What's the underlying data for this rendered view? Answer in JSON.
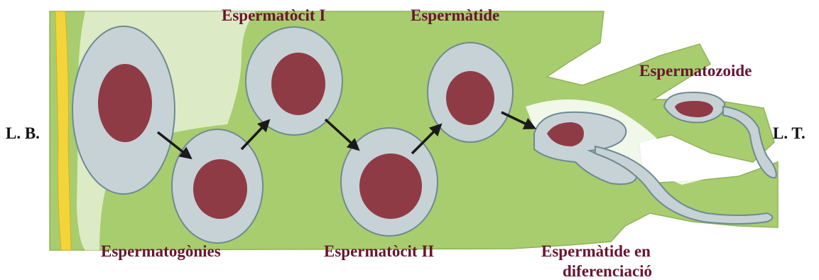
{
  "labels": {
    "basal_lamina": "L. B.",
    "tubule_lumen": "L. T.",
    "spermatogonia": "Espermatogònies",
    "spermatocyte_1": "Espermatòcit I",
    "spermatocyte_2": "Espermatòcit II",
    "spermatid": "Espermàtide",
    "differentiating_line1": "Espermàtide en",
    "differentiating_line2": "diferenciació",
    "spermatozoon": "Espermatozoide"
  },
  "colors": {
    "tissue": "#a8cd6e",
    "cell": "#c6d2d6",
    "cell_edge": "#6f8a93",
    "nucleus": "#8f3b45",
    "basal_lamina": "#f3d43a",
    "label": "#6a1530",
    "side_label": "#111111",
    "arrow": "#1a1a1a"
  },
  "icons": [
    "arrow-icon"
  ]
}
